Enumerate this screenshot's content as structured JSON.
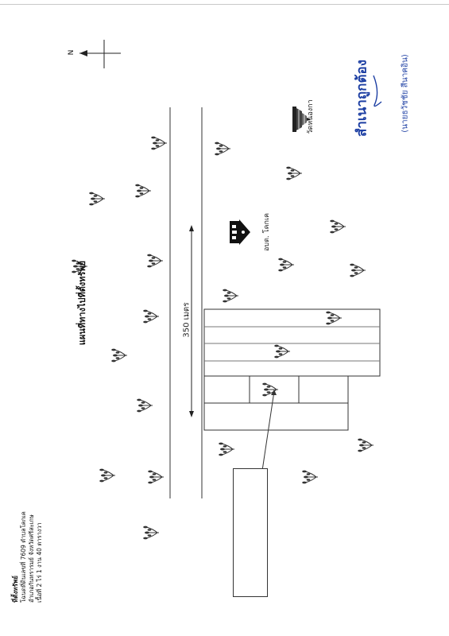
{
  "map": {
    "title": "แผนที่ทางไปที่ตั้งทรัพย์",
    "distance_label": "350 เมตร",
    "north_label": "N",
    "temple_label": "วัดหนองกา",
    "office_label": "อบต. โคกเค",
    "property_box": {
      "heading": "ที่ตั้งทรัพย์",
      "line1": "โฉนดที่ดินเลขที่ 7609 ตำบลโคกเค",
      "line2": "อำเภอกันทรารมย์ จังหวัดศรีสะเกษ",
      "line3": "เนื้อที่ 2 ไร่ 1 งาน 40 ตารางวา"
    },
    "signature": {
      "certified": "สำเนาถูกต้อง",
      "name": "(นายธวัชชัย สีนาคอิน)"
    },
    "icons": [
      "compass-arrow-icon",
      "temple-icon",
      "school-building-icon",
      "rice-plant-icon"
    ]
  }
}
